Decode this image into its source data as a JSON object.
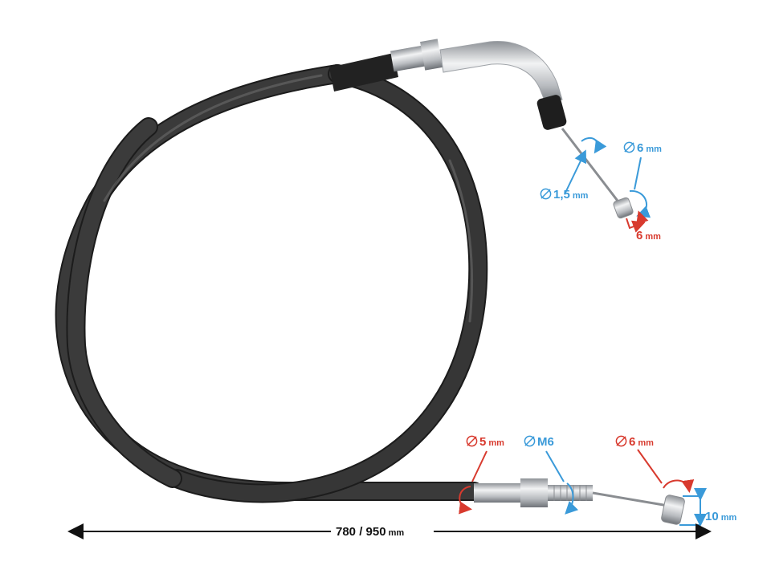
{
  "image": {
    "subject": "motorcycle throttle cable with dimensions",
    "colors": {
      "background": "#ffffff",
      "cable": "#2b2b2b",
      "metal": "#c9ccd0",
      "dimension_blue": "#3a9ad9",
      "dimension_red": "#d83a2e",
      "length_arrow": "#111111"
    }
  },
  "dimensions": {
    "inner_wire": {
      "value": "1,5",
      "unit": "mm"
    },
    "top_nipple_diameter": {
      "value": "6",
      "unit": "mm"
    },
    "top_nipple_length": {
      "value": "6",
      "unit": "mm"
    },
    "ferrule_diameter": {
      "value": "5",
      "unit": "mm"
    },
    "adjuster_thread": {
      "value": "M6",
      "unit": ""
    },
    "bottom_nipple_diameter": {
      "value": "6",
      "unit": "mm"
    },
    "bottom_nipple_length": {
      "value": "10",
      "unit": "mm"
    },
    "overall_length": {
      "value": "780 / 950",
      "unit": "mm"
    }
  }
}
